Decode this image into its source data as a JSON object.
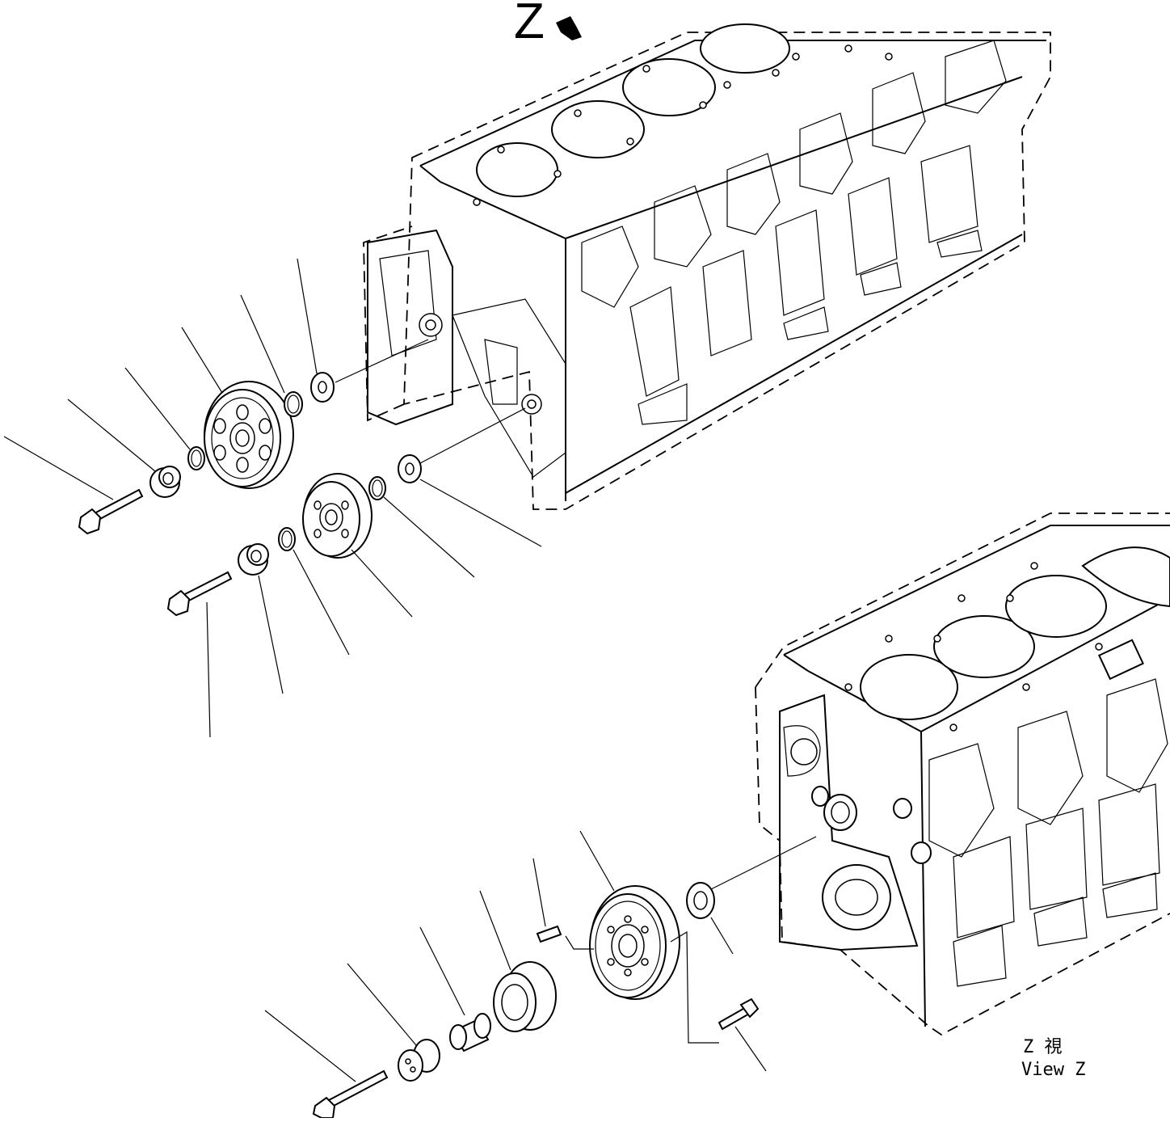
{
  "diagram": {
    "view_arrow_label": "Z",
    "view_caption_line1": "Z 視",
    "view_caption_line2": "View Z"
  },
  "colors": {
    "ink": "#000000",
    "paper": "#ffffff"
  }
}
